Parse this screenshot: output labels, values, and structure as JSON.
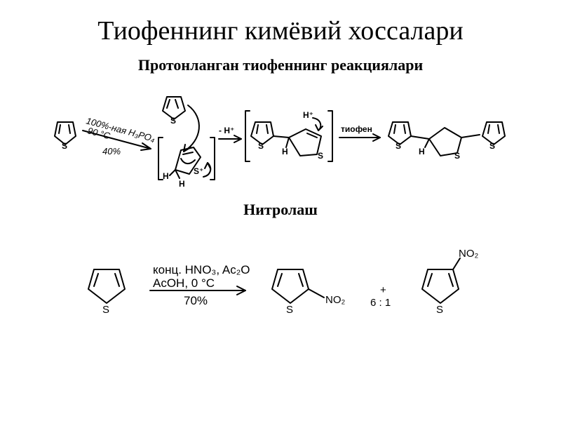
{
  "slide": {
    "title": "Тиофеннинг кимёвий хоссалари",
    "subtitle": "Протонланган тиофеннинг реакциялари",
    "section_nitration": "Нитролаш"
  },
  "reaction1": {
    "cond_line1": "100%-ная H₃PO₄",
    "cond_line2": "90 °C",
    "cond_yield": "40%",
    "step2_label": "- H⁺",
    "step3_label": "тиофен",
    "h_plus": "H⁺",
    "h": "H",
    "s": "S",
    "s_plus": "S⁺"
  },
  "reaction2": {
    "cond_line1": "конц. HNO₃, Ac₂O",
    "cond_line2": "AcOH, 0 °C",
    "cond_yield": "70%",
    "no2": "NO₂",
    "s": "S",
    "plus": "+",
    "ratio": "6 : 1"
  }
}
